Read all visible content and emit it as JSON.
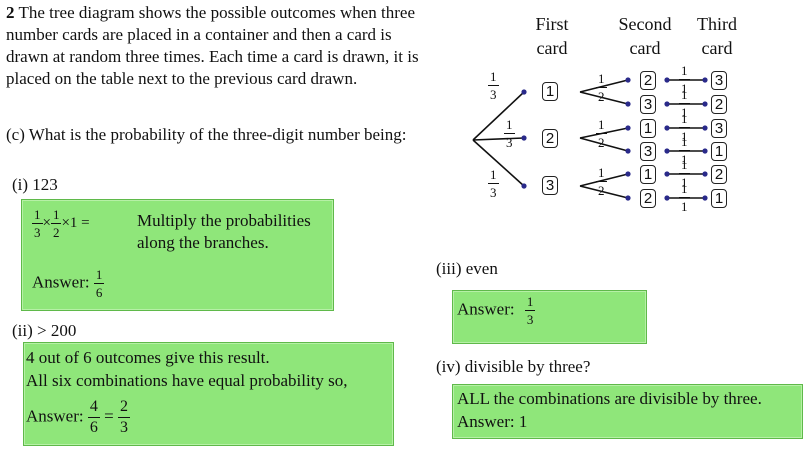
{
  "question": {
    "number": "2",
    "text": "The tree diagram shows the possible outcomes when three number cards are placed in a container and then a card is drawn at random three times. Each time a card is drawn, it is placed on the table next to the previous card drawn.",
    "part_c": "(c) What is the probability of the three-digit number being:"
  },
  "part_i": {
    "label": "(i) 123",
    "calc_f1_n": "1",
    "calc_f1_d": "3",
    "calc_f2_n": "1",
    "calc_f2_d": "2",
    "calc_tail": "×1 =",
    "explanation": "Multiply the probabilities along the branches.",
    "answer_label": "Answer:",
    "answer_n": "1",
    "answer_d": "6"
  },
  "part_ii": {
    "label": "(ii) > 200",
    "line1": "4 out of 6 outcomes give this result.",
    "line2": "All six combinations have equal probability so,",
    "answer_label": "Answer:",
    "f1_n": "4",
    "f1_d": "6",
    "f2_n": "2",
    "f2_d": "3"
  },
  "part_iii": {
    "label": "(iii) even",
    "answer_label": "Answer:",
    "answer_n": "1",
    "answer_d": "3"
  },
  "part_iv": {
    "label": "(iv) divisible by three?",
    "line1": "ALL the combinations are divisible by three.",
    "line2": "Answer: 1"
  },
  "tree": {
    "headers": {
      "first": "First card",
      "second": "Second card",
      "third": "Third card"
    },
    "first_prob_n": "1",
    "first_prob_d": "3",
    "second_prob_n": "1",
    "second_prob_d": "2",
    "third_prob_n": "1",
    "third_prob_d": "1",
    "first_cards": [
      "1",
      "2",
      "3"
    ],
    "second_cards": [
      "2",
      "3",
      "1",
      "3",
      "1",
      "2"
    ],
    "third_cards": [
      "3",
      "2",
      "3",
      "1",
      "2",
      "1"
    ]
  },
  "colors": {
    "answer_box": "#8fe67a",
    "node_dot": "#2a2a8a"
  }
}
